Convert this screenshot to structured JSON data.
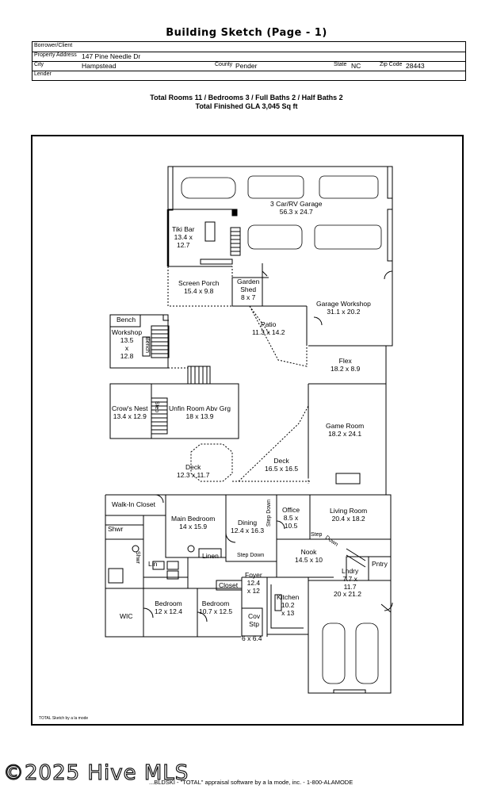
{
  "title": "Building Sketch (Page - 1)",
  "header": {
    "borrower_label": "Borrower/Client",
    "address_label": "Property Address",
    "address": "147 Pine Needle Dr",
    "city_label": "City",
    "city": "Hampstead",
    "county_label": "County",
    "county": "Pender",
    "state_label": "State",
    "state": "NC",
    "zip_label": "Zip Code",
    "zip": "28443",
    "lender_label": "Lender"
  },
  "summary": {
    "line1": "Total Rooms 11 / Bedrooms 3 / Full Baths 2 / Half Baths 2",
    "line2": "Total Finished GLA 3,045 Sq ft"
  },
  "rooms": {
    "garage_rv": "3 Car/RV Garage",
    "garage_rv_dim": "56.3 x 24.7",
    "tiki_bar": "Tiki Bar",
    "tiki_dim1": "13.4 x",
    "tiki_dim2": "12.7",
    "screen_porch": "Screen Porch",
    "screen_porch_dim": "15.4 x 9.8",
    "garden_shed": "Garden",
    "garden_shed2": "Shed",
    "garden_shed_dim": "8 x 7",
    "patio": "Patio",
    "patio_dim": "11.3 x 14.2",
    "garage_workshop": "Garage Workshop",
    "garage_workshop_dim": "31.1 x 20.2",
    "bench": "Bench",
    "bench_v": "Bench",
    "workshop": "Workshop",
    "workshop_dim1": "13.5",
    "workshop_dim2": "x",
    "workshop_dim3": "12.8",
    "flex": "Flex",
    "flex_dim": "18.2 x 8.9",
    "crows_nest": "Crow's Nest",
    "crows_nest_dim": "13.4 x 12.9",
    "step": "Step",
    "unfin_room": "Unfin Room Abv Grg",
    "unfin_room_dim": "18 x 13.9",
    "game_room": "Game Room",
    "game_room_dim": "18.2 x 24.1",
    "deck1": "Deck",
    "deck1_dim": "12.3 x 11.7",
    "deck2": "Deck",
    "deck2_dim": "16.5 x 16.5",
    "walk_in_closet": "Walk-In Closet",
    "main_bedroom": "Main Bedroom",
    "main_bedroom_dim": "14 x 15.9",
    "dining": "Dining",
    "dining_dim": "12.4 x 16.3",
    "step_down_v": "Step Down",
    "office": "Office",
    "office_dim1": "8.5 x",
    "office_dim2": "10.5",
    "living_room": "Living Room",
    "living_room_dim": "20.4 x 18.2",
    "step_down_1": "Step",
    "step_down_2": "Down",
    "shwr": "Shwr",
    "shwr_v": "Shwr",
    "lin": "Lin",
    "linen": "Linen",
    "step_down_h": "Step Down",
    "nook": "Nook",
    "nook_dim": "14.5 x 10",
    "lndry": "Lndry",
    "lndry_dim1": "7.7 x",
    "lndry_dim2": "11.7",
    "pntry": "Pntry",
    "foyer": "Foyer",
    "foyer_dim1": "12.4",
    "foyer_dim2": "x 12",
    "closet": "Closet",
    "kitchen": "Kitchen",
    "kitchen_dim1": "10.2",
    "kitchen_dim2": "x 13",
    "garage2_dim": "20 x 21.2",
    "wic": "WIC",
    "bedroom1": "Bedroom",
    "bedroom1_dim": "12 x 12.4",
    "bedroom2": "Bedroom",
    "bedroom2_dim": "10.7 x 12.5",
    "cov_stp": "Cov",
    "cov_stp2": "Stp",
    "cov_stp_dim": "6 x 6.4"
  },
  "corner_note": "TOTAL Sketch by a la mode",
  "footer": "...BLDSKI - \"TOTAL\" appraisal software by a la mode, inc. - 1-800-ALAMODE",
  "watermark": "©2025 Hive MLS"
}
